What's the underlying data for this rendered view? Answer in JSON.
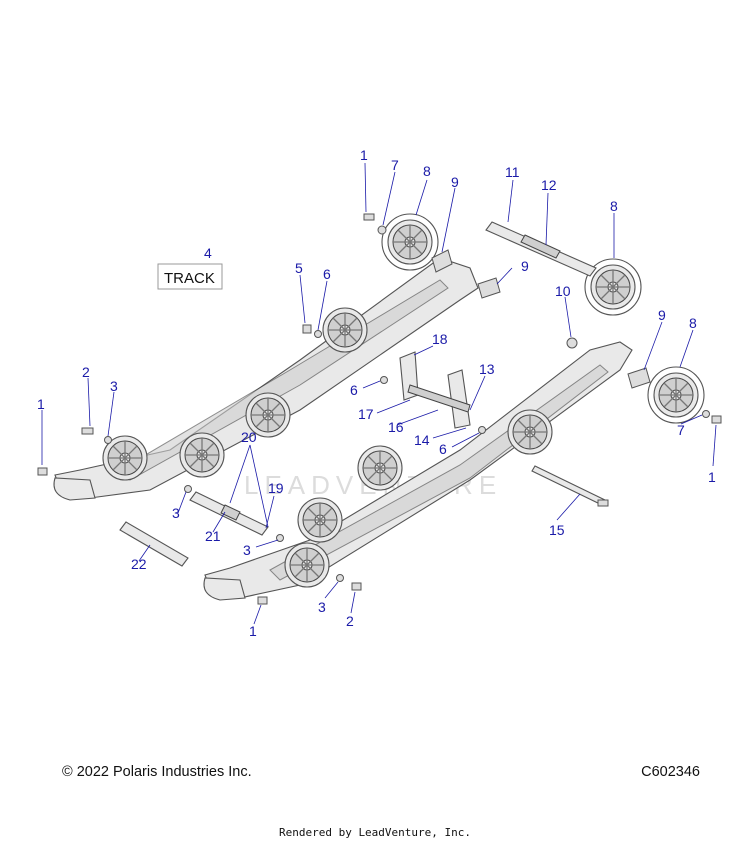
{
  "track_label": "TRACK",
  "watermark": "LEADVENTURE",
  "footer": {
    "copyright": "© 2022 Polaris Industries Inc.",
    "diagram_code": "C602346",
    "rendered_by": "Rendered by LeadVenture, Inc."
  },
  "callouts": [
    {
      "id": "c1a",
      "label": "1"
    },
    {
      "id": "c7a",
      "label": "7"
    },
    {
      "id": "c8a",
      "label": "8"
    },
    {
      "id": "c9a",
      "label": "9"
    },
    {
      "id": "c11",
      "label": "11"
    },
    {
      "id": "c12",
      "label": "12"
    },
    {
      "id": "c8b",
      "label": "8"
    },
    {
      "id": "c4",
      "label": "4"
    },
    {
      "id": "c5",
      "label": "5"
    },
    {
      "id": "c6a",
      "label": "6"
    },
    {
      "id": "c9b",
      "label": "9"
    },
    {
      "id": "c10",
      "label": "10"
    },
    {
      "id": "c9c",
      "label": "9"
    },
    {
      "id": "c8c",
      "label": "8"
    },
    {
      "id": "c18",
      "label": "18"
    },
    {
      "id": "c13",
      "label": "13"
    },
    {
      "id": "c2a",
      "label": "2"
    },
    {
      "id": "c3a",
      "label": "3"
    },
    {
      "id": "c6b",
      "label": "6"
    },
    {
      "id": "c1b",
      "label": "1"
    },
    {
      "id": "c17",
      "label": "17"
    },
    {
      "id": "c16",
      "label": "16"
    },
    {
      "id": "c14",
      "label": "14"
    },
    {
      "id": "c6c",
      "label": "6"
    },
    {
      "id": "c7b",
      "label": "7"
    },
    {
      "id": "c1c",
      "label": "1"
    },
    {
      "id": "c20",
      "label": "20"
    },
    {
      "id": "c19",
      "label": "19"
    },
    {
      "id": "c3b",
      "label": "3"
    },
    {
      "id": "c21",
      "label": "21"
    },
    {
      "id": "c3c",
      "label": "3"
    },
    {
      "id": "c15",
      "label": "15"
    },
    {
      "id": "c22",
      "label": "22"
    },
    {
      "id": "c3d",
      "label": "3"
    },
    {
      "id": "c2b",
      "label": "2"
    },
    {
      "id": "c1d",
      "label": "1"
    }
  ]
}
